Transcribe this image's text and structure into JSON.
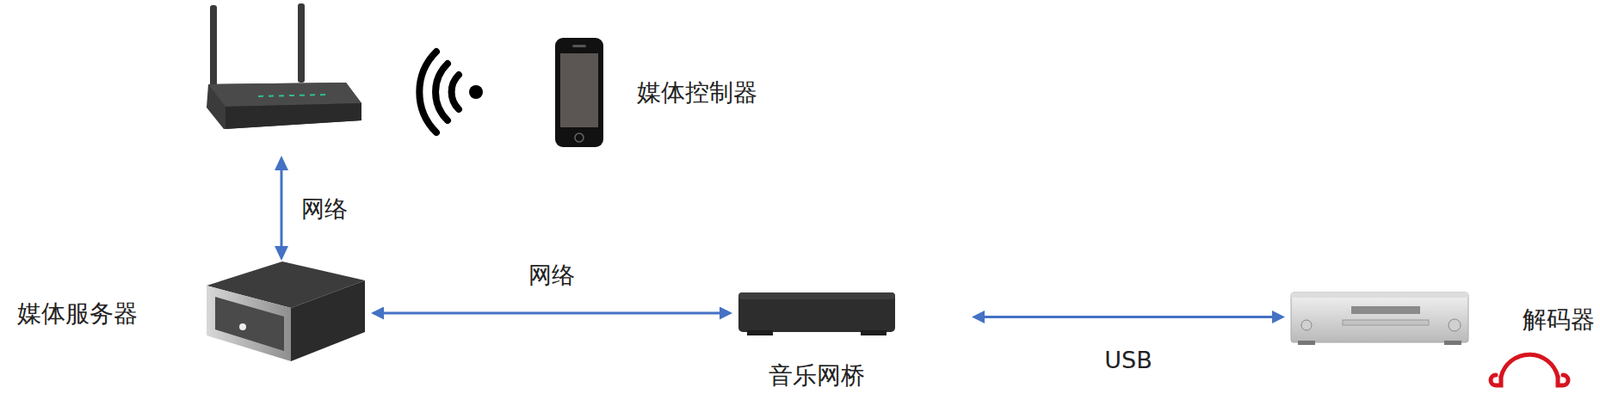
{
  "diagram": {
    "nodes": [
      {
        "text": [
          "媒体控制器"
        ]
      },
      {
        "text": [
          "媒体服务器"
        ]
      },
      {
        "text": [
          "音乐网桥"
        ]
      },
      {
        "text": [
          "解码器"
        ]
      }
    ],
    "edges": [
      {
        "from": 1,
        "to": 2,
        "label": "网络",
        "arrow": "both"
      },
      {
        "from": 2,
        "to": 3,
        "label": "USB",
        "arrow": "both"
      }
    ],
    "labels": [
      "网络"
    ]
  }
}
